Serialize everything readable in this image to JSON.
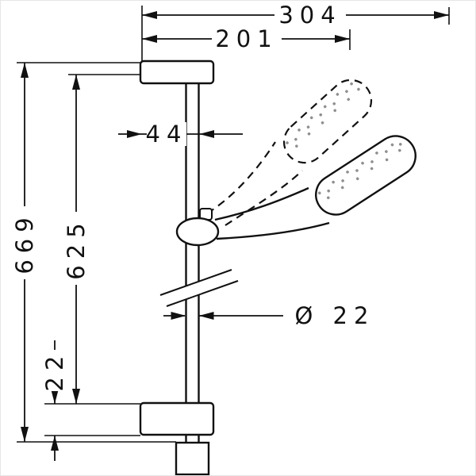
{
  "drawing": {
    "subject": "shower rail set with hand shower - dimensional drawing",
    "units": "mm",
    "background_color": "#ffffff",
    "line_color": "#111111",
    "stipple_color": "#8f8f8f",
    "labels": {
      "total_width": "304",
      "head_reach": "201",
      "bar_wall_offset": "44",
      "overall_height": "669",
      "bar_length": "625",
      "bottom_offset": "22",
      "bar_diameter": "Ø 22"
    }
  }
}
